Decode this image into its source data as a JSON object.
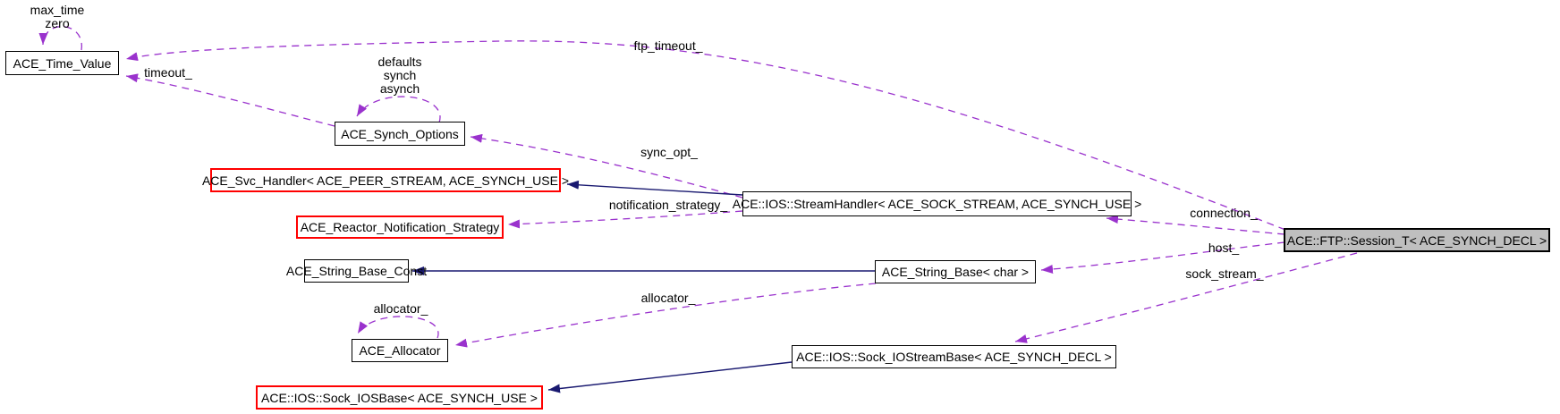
{
  "diagram": {
    "kind": "doxygen-collaboration-graph",
    "main_class": "ACE::FTP::Session_T< ACE_SYNCH_DECL >"
  },
  "colors": {
    "edge_dashed": "#9a32cd",
    "edge_solid": "#191970",
    "node_border": "#000000",
    "node_fill": "#ffffff",
    "highlight_border": "#ff0000",
    "main_fill": "#bfbfbf",
    "text": "#000000",
    "bg": "#ffffff"
  },
  "nodes": [
    {
      "id": "time_value",
      "label": "ACE_Time_Value",
      "style": "normal"
    },
    {
      "id": "synch_options",
      "label": "ACE_Synch_Options",
      "style": "normal"
    },
    {
      "id": "svc_handler",
      "label": "ACE_Svc_Handler< ACE_PEER_STREAM, ACE_SYNCH_USE >",
      "style": "red"
    },
    {
      "id": "reactor_strategy",
      "label": "ACE_Reactor_Notification_Strategy",
      "style": "red"
    },
    {
      "id": "string_base_const",
      "label": "ACE_String_Base_Const",
      "style": "normal"
    },
    {
      "id": "string_base_char",
      "label": "ACE_String_Base< char >",
      "style": "normal"
    },
    {
      "id": "allocator",
      "label": "ACE_Allocator",
      "style": "normal"
    },
    {
      "id": "sock_iosbase",
      "label": "ACE::IOS::Sock_IOSBase< ACE_SYNCH_USE >",
      "style": "red"
    },
    {
      "id": "stream_handler",
      "label": "ACE::IOS::StreamHandler< ACE_SOCK_STREAM, ACE_SYNCH_USE >",
      "style": "normal"
    },
    {
      "id": "sock_iostreambase",
      "label": "ACE::IOS::Sock_IOStreamBase< ACE_SYNCH_DECL >",
      "style": "normal"
    },
    {
      "id": "session_t",
      "label": "ACE::FTP::Session_T< ACE_SYNCH_DECL >",
      "style": "main"
    }
  ],
  "edge_labels": {
    "time_self_1": "max_time",
    "time_self_2": "zero",
    "timeout": "timeout_",
    "synch_self_1": "defaults",
    "synch_self_2": "synch",
    "synch_self_3": "asynch",
    "ftp_timeout": "ftp_timeout_",
    "sync_opt": "sync_opt_",
    "notification_strategy": "notification_strategy_",
    "connection": "connection_",
    "host": "host_",
    "sock_stream": "sock_stream_",
    "allocator_member": "allocator_",
    "allocator_self": "allocator_"
  },
  "edges": [
    {
      "from": "time_value",
      "to": "time_value",
      "label": "max_time zero",
      "type": "usage"
    },
    {
      "from": "session_t",
      "to": "time_value",
      "label": "ftp_timeout_",
      "type": "usage"
    },
    {
      "from": "synch_options",
      "to": "time_value",
      "label": "timeout_",
      "type": "usage"
    },
    {
      "from": "synch_options",
      "to": "synch_options",
      "label": "defaults synch asynch",
      "type": "usage"
    },
    {
      "from": "stream_handler",
      "to": "synch_options",
      "label": "sync_opt_",
      "type": "usage"
    },
    {
      "from": "stream_handler",
      "to": "svc_handler",
      "label": "",
      "type": "inheritance"
    },
    {
      "from": "stream_handler",
      "to": "reactor_strategy",
      "label": "notification_strategy_",
      "type": "usage"
    },
    {
      "from": "session_t",
      "to": "stream_handler",
      "label": "connection_",
      "type": "usage"
    },
    {
      "from": "string_base_char",
      "to": "string_base_const",
      "label": "",
      "type": "inheritance"
    },
    {
      "from": "session_t",
      "to": "string_base_char",
      "label": "host_",
      "type": "usage"
    },
    {
      "from": "string_base_char",
      "to": "allocator",
      "label": "allocator_",
      "type": "usage"
    },
    {
      "from": "allocator",
      "to": "allocator",
      "label": "allocator_",
      "type": "usage"
    },
    {
      "from": "session_t",
      "to": "sock_iostreambase",
      "label": "sock_stream_",
      "type": "usage"
    },
    {
      "from": "sock_iostreambase",
      "to": "sock_iosbase",
      "label": "",
      "type": "inheritance"
    }
  ]
}
